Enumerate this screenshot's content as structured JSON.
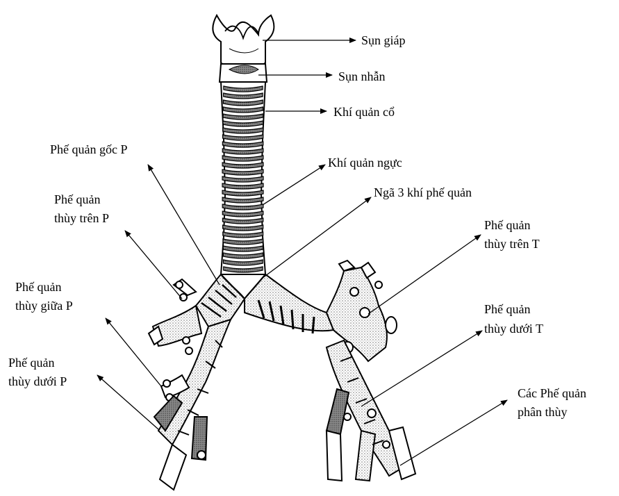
{
  "labels": {
    "sun_giap": "Sụn giáp",
    "sun_nhan": "Sụn nhẫn",
    "khi_quan_co": "Khí quản cổ",
    "pq_goc_p": "Phế quản gốc P",
    "khi_quan_nguc": "Khí quản ngực",
    "nga3": "Ngã 3 khí phế quản",
    "pq_tren_p_1": "Phế quản",
    "pq_tren_p_2": "thùy trên P",
    "pq_tren_t_1": "Phế quản",
    "pq_tren_t_2": "thùy trên T",
    "pq_giua_p_1": "Phế quản",
    "pq_giua_p_2": "thùy giữa P",
    "pq_duoi_t_1": "Phế quản",
    "pq_duoi_t_2": "thùy dưới T",
    "pq_duoi_p_1": "Phế quản",
    "pq_duoi_p_2": "thùy dưới P",
    "pq_phan_thuy_1": "Các Phế quản",
    "pq_phan_thuy_2": "phân thùy"
  }
}
